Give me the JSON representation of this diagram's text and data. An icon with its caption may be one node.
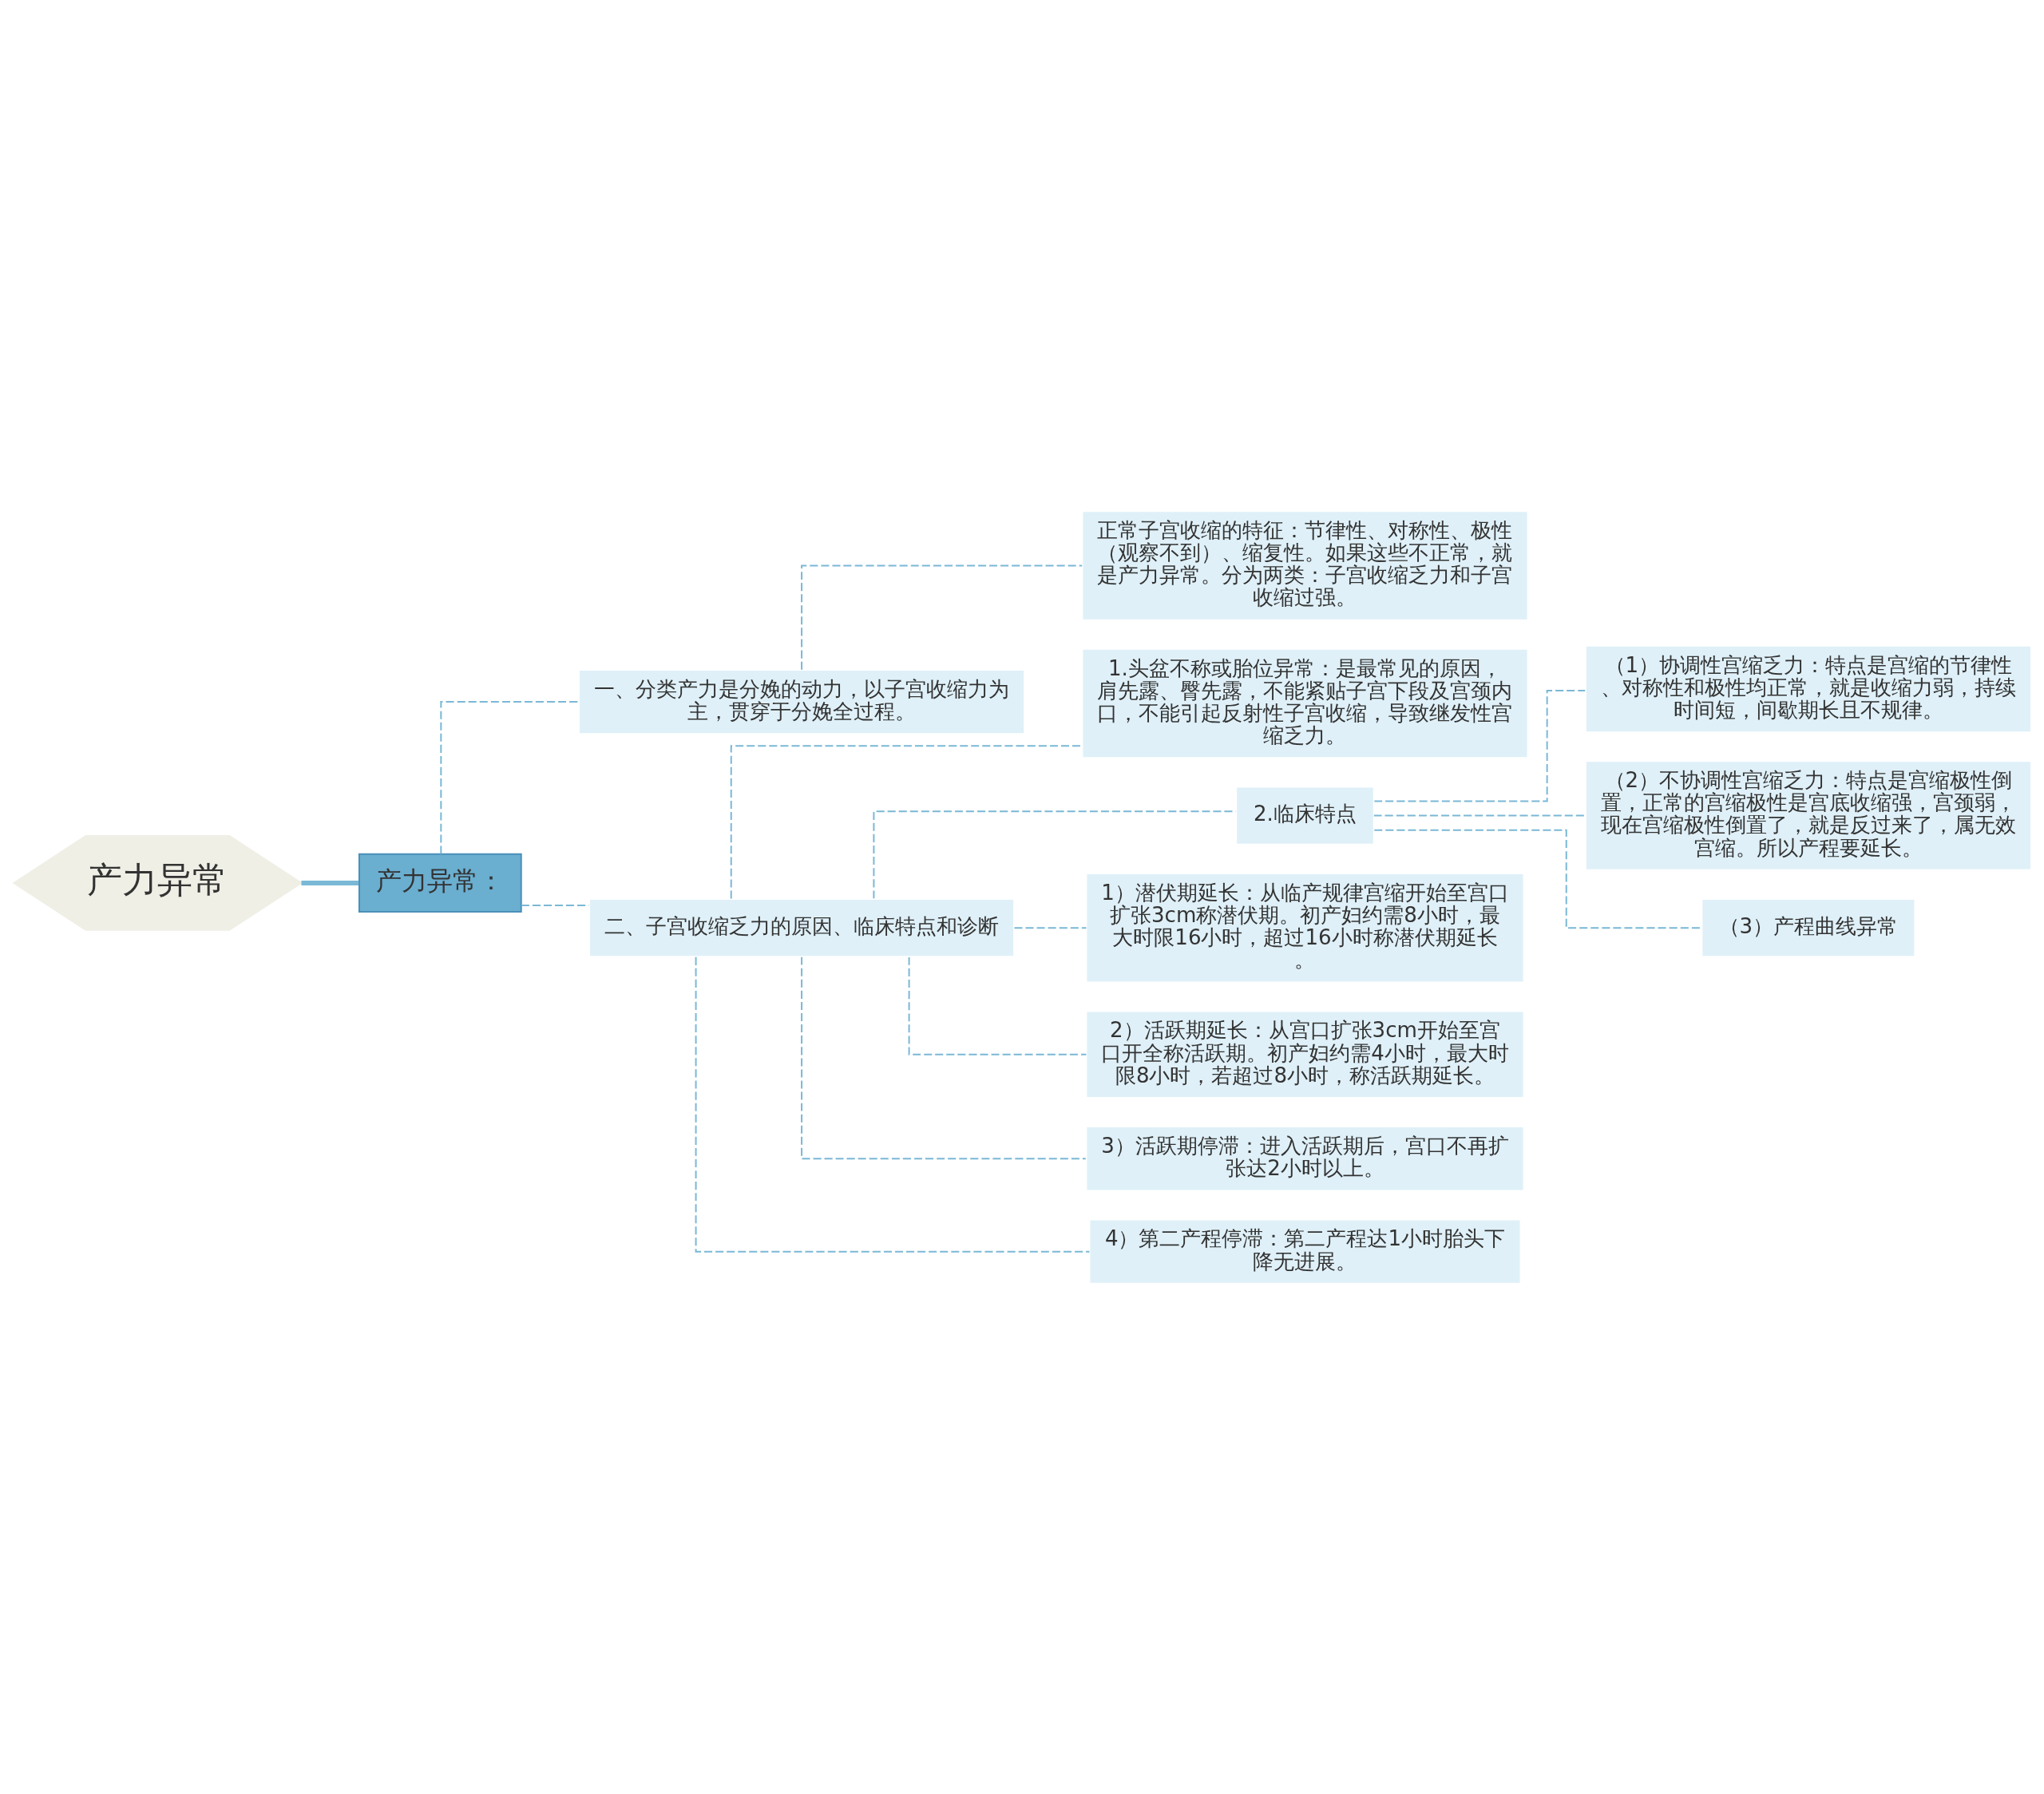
{
  "diagram": {
    "nodes": [
      {
        "text": [
          "产力异常"
        ]
      },
      {
        "text": [
          "产力异常："
        ]
      },
      {
        "text": [
          "一、分类产力是分娩的动力，以子宫收缩力为主，贯穿于分娩全过程。"
        ]
      },
      {
        "text": [
          "正常子宫收缩的特征：节律性、对称性、极性（观察不到）、缩复性。如果这些不正常，就是产力异常。分为两类：子宫收缩乏力和子宫收缩过强。"
        ]
      },
      {
        "text": [
          "二、子宫收缩乏力的原因、临床特点和诊断"
        ]
      },
      {
        "text": [
          "1.头盆不称或胎位异常：是最常见的原因，肩先露、臀先露，不能紧贴子宫下段及宫颈内口，不能引起反射性子宫收缩，导致继发性宫缩乏力。"
        ]
      },
      {
        "text": [
          "2.临床特点"
        ]
      },
      {
        "text": [
          "（1）协调性宫缩乏力：特点是宫缩的节律性、对称性和极性均正常，就是收缩力弱，持续时间短，间歇期长且不规律。"
        ]
      },
      {
        "text": [
          "（2）不协调性宫缩乏力：特点是宫缩极性倒置，正常的宫缩极性是宫底收缩强，宫颈弱，现在宫缩极性倒置了，就是反过来了，属无效宫缩。所以产程要延长。"
        ]
      },
      {
        "text": [
          "（3）产程曲线异常"
        ]
      },
      {
        "text": [
          "1）潜伏期延长：从临产规律宫缩开始至宫口扩张3cm称潜伏期。初产妇约需8小时，最大时限16小时，超过16小时称潜伏期延长。"
        ]
      },
      {
        "text": [
          "2）活跃期延长：从宫口扩张3cm开始至宫口开全称活跃期。初产妇约需4小时，最大时限8小时，若超过8小时，称活跃期延长。"
        ]
      },
      {
        "text": [
          "3）活跃期停滞：进入活跃期后，宫口不再扩张达2小时以上。"
        ]
      },
      {
        "text": [
          "4）第二产程停滞：第二产程达1小时胎头下降无进展。"
        ]
      }
    ],
    "edges": [
      {
        "from": 0,
        "to": 1,
        "arrow": "none",
        "style": "thick"
      },
      {
        "from": 1,
        "to": 2,
        "arrow": "none",
        "style": "dashed"
      },
      {
        "from": 2,
        "to": 3,
        "arrow": "none",
        "style": "dashed"
      },
      {
        "from": 1,
        "to": 4,
        "arrow": "none",
        "style": "dashed"
      },
      {
        "from": 4,
        "to": 5,
        "arrow": "none",
        "style": "dashed"
      },
      {
        "from": 4,
        "to": 6,
        "arrow": "none",
        "style": "dashed"
      },
      {
        "from": 6,
        "to": 7,
        "arrow": "none",
        "style": "dashed"
      },
      {
        "from": 6,
        "to": 8,
        "arrow": "none",
        "style": "dashed"
      },
      {
        "from": 6,
        "to": 9,
        "arrow": "none",
        "style": "dashed"
      },
      {
        "from": 4,
        "to": 10,
        "arrow": "none",
        "style": "dashed"
      },
      {
        "from": 4,
        "to": 11,
        "arrow": "none",
        "style": "dashed"
      },
      {
        "from": 4,
        "to": 12,
        "arrow": "none",
        "style": "dashed"
      },
      {
        "from": 4,
        "to": 13,
        "arrow": "none",
        "style": "dashed"
      }
    ]
  }
}
